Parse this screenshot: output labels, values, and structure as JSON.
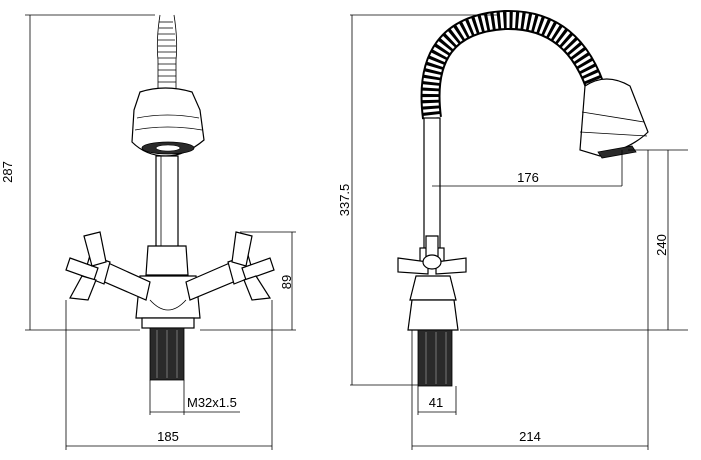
{
  "dimensions": {
    "front_height": "287",
    "handle_height": "89",
    "thread": "M32x1.5",
    "front_width": "185",
    "side_height": "337.5",
    "reach": "176",
    "spout_height": "240",
    "base_width": "41",
    "side_width": "214"
  }
}
